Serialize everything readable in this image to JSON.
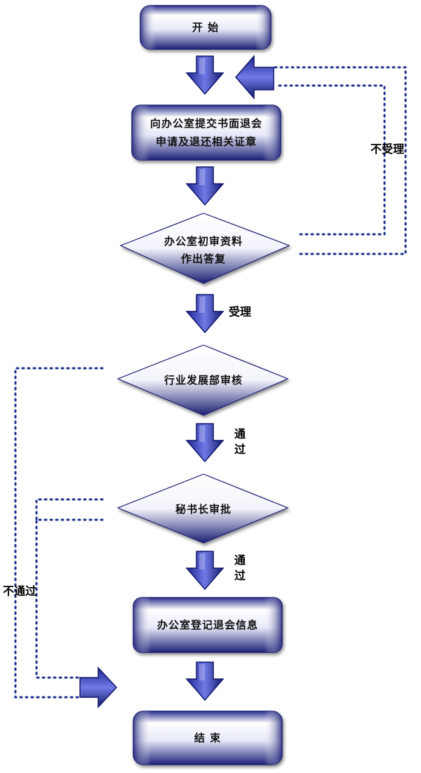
{
  "nodes": {
    "start": {
      "label": "开 始"
    },
    "submit": {
      "line1": "向办公室提交书面退会",
      "line2": "申请及退还相关证章"
    },
    "review": {
      "line1": "办公室初审资料",
      "line2": "作出答复"
    },
    "dept": {
      "label": "行业发展部审核"
    },
    "secretary": {
      "label": "秘书长审批"
    },
    "register": {
      "label": "办公室登记退会信息"
    },
    "end": {
      "label": "结 束"
    }
  },
  "edges": {
    "reject_first": {
      "label": "不受理"
    },
    "accept": {
      "label": "受理"
    },
    "pass_dept": {
      "line1": "通",
      "line2": "过"
    },
    "pass_secretary": {
      "line1": "通",
      "line2": "过"
    },
    "reject_second": {
      "label": "不通过"
    }
  },
  "colors": {
    "node_dark": "#1a237e",
    "node_light": "#f4f5ff",
    "arrow": "#3d47c8",
    "dots": "#1c2f8c"
  }
}
